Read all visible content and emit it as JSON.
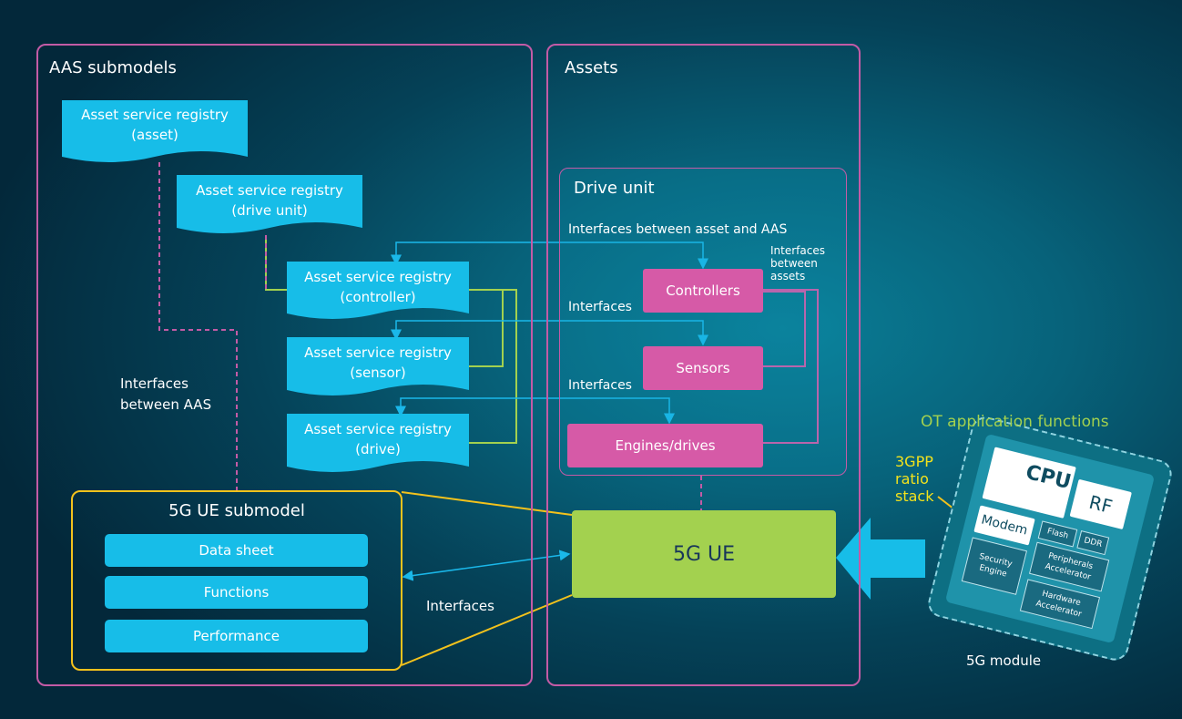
{
  "panels": {
    "aas_title": "AAS submodels",
    "assets_title": "Assets",
    "drive_unit_title": "Drive unit",
    "ue_submodel_title": "5G UE submodel"
  },
  "registries": [
    {
      "line1": "Asset service registry",
      "line2": "(asset)"
    },
    {
      "line1": "Asset service registry",
      "line2": "(drive unit)"
    },
    {
      "line1": "Asset service registry",
      "line2": "(controller)"
    },
    {
      "line1": "Asset service registry",
      "line2": "(sensor)"
    },
    {
      "line1": "Asset service registry",
      "line2": "(drive)"
    }
  ],
  "assets": {
    "controllers": "Controllers",
    "sensors": "Sensors",
    "engines": "Engines/drives"
  },
  "labels": {
    "between_asset_aas": "Interfaces between asset and AAS",
    "between_assets_1": "Interfaces",
    "between_assets_2": "between",
    "between_assets_3": "assets",
    "interfaces_a": "Interfaces",
    "interfaces_b": "Interfaces",
    "interfaces_c": "Interfaces",
    "between_aas_1": "Interfaces",
    "between_aas_2": "between AAS"
  },
  "submodel_items": [
    "Data sheet",
    "Functions",
    "Performance"
  ],
  "ue_label": "5G UE",
  "module": {
    "ot_label": "OT application functions",
    "stack_1": "3GPP",
    "stack_2": "ratio",
    "stack_3": "stack",
    "cpu": "CPU",
    "rf": "RF",
    "modem": "Modem",
    "flash": "Flash",
    "ddr": "DDR",
    "peripherals_1": "Peripherals",
    "peripherals_2": "Accelerator",
    "security_1": "Security",
    "security_2": "Engine",
    "hardware_1": "Hardware",
    "hardware_2": "Accelerator",
    "caption": "5G module"
  },
  "colors": {
    "registry": "#17bde8",
    "asset": "#d65aa7",
    "ue": "#a3d14f",
    "panel_border": "#c35ba6",
    "submodel_border": "#f3c21c"
  }
}
